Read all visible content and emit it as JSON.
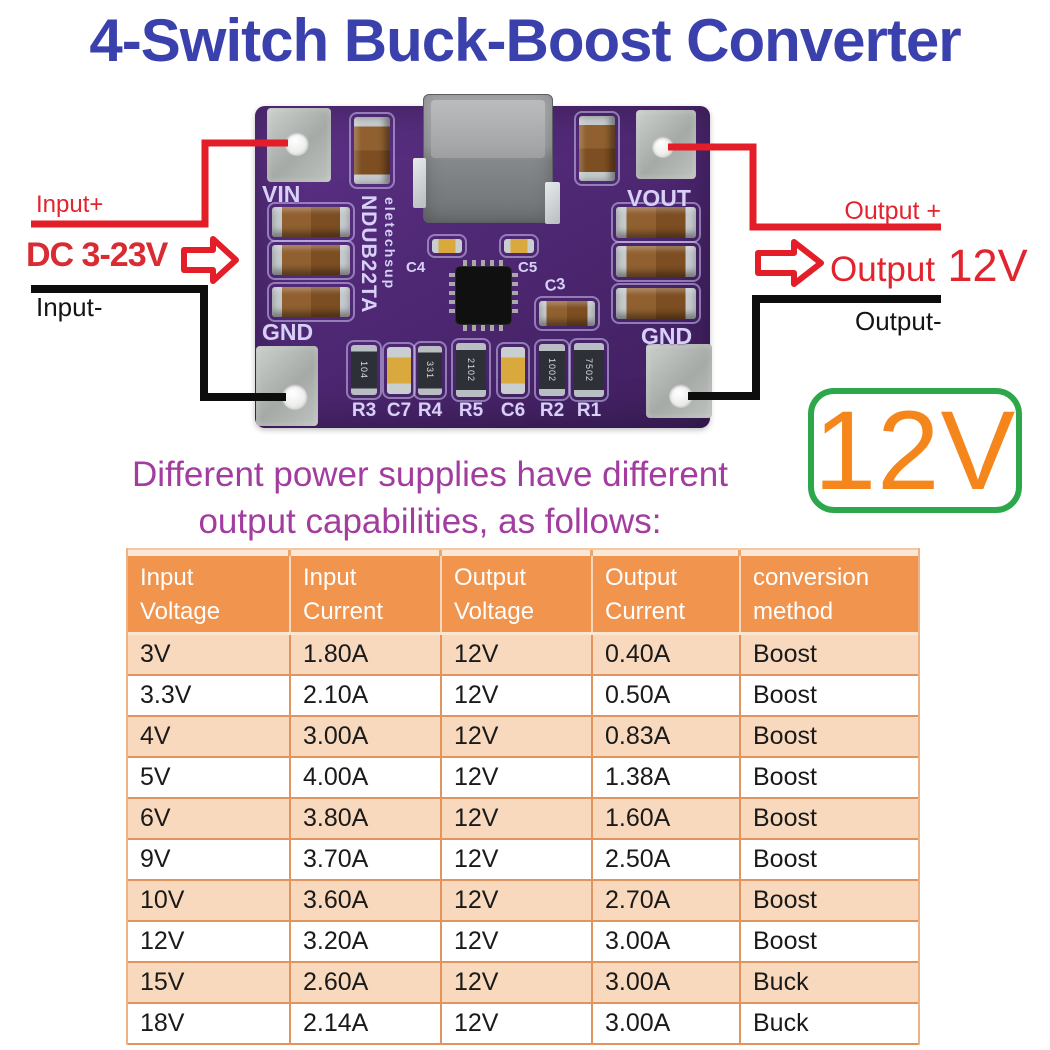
{
  "title": "4-Switch Buck-Boost Converter",
  "wiring": {
    "input_plus_label": "Input+",
    "input_voltage_range": "DC 3-23V",
    "input_minus_label": "Input-",
    "output_plus_label": "Output +",
    "output_word": "Output",
    "output_voltage": "12V",
    "output_minus_label": "Output-"
  },
  "output_badge": "12V",
  "board": {
    "vin_label": "VIN",
    "vout_label": "VOUT",
    "gnd_left_label": "GND",
    "gnd_right_label": "GND",
    "brand": "eletechsup",
    "model": "NDUB22TA",
    "cap_labels": {
      "c4": "C4",
      "c5": "C5",
      "c3": "C3"
    },
    "bottom_refs": [
      "R3",
      "C7",
      "R4",
      "R5",
      "C6",
      "R2",
      "R1"
    ],
    "resistor_codes": {
      "r3": "104",
      "r4": "331",
      "r5": "2102",
      "r2": "1002",
      "r1": "7502"
    }
  },
  "caption": {
    "line1": "Different power supplies have different",
    "line2": "output capabilities, as follows:"
  },
  "table": {
    "columns": [
      {
        "line1": "Input",
        "line2": "Voltage"
      },
      {
        "line1": "Input",
        "line2": "Current"
      },
      {
        "line1": "Output",
        "line2": "Voltage"
      },
      {
        "line1": "Output",
        "line2": "Current"
      },
      {
        "line1": "conversion",
        "line2": "method"
      }
    ],
    "rows": [
      [
        "3V",
        "1.80A",
        "12V",
        "0.40A",
        "Boost"
      ],
      [
        "3.3V",
        "2.10A",
        "12V",
        "0.50A",
        "Boost"
      ],
      [
        "4V",
        "3.00A",
        "12V",
        "0.83A",
        "Boost"
      ],
      [
        "5V",
        "4.00A",
        "12V",
        "1.38A",
        "Boost"
      ],
      [
        "6V",
        "3.80A",
        "12V",
        "1.60A",
        "Boost"
      ],
      [
        "9V",
        "3.70A",
        "12V",
        "2.50A",
        "Boost"
      ],
      [
        "10V",
        "3.60A",
        "12V",
        "2.70A",
        "Boost"
      ],
      [
        "12V",
        "3.20A",
        "12V",
        "3.00A",
        "Boost"
      ],
      [
        "15V",
        "2.60A",
        "12V",
        "3.00A",
        "Buck"
      ],
      [
        "18V",
        "2.14A",
        "12V",
        "3.00A",
        "Buck"
      ]
    ]
  },
  "colors": {
    "title_blue": "#3a41ad",
    "annotation_red": "#e2242e",
    "wire_red": "#e31e29",
    "wire_black": "#0d0d0d",
    "caption_purple": "#a23c9f",
    "badge_border_green": "#2ca84b",
    "badge_text_orange": "#f5861c",
    "table_header_orange": "#f0944e",
    "table_row_peach": "#f9d9bd",
    "table_border_orange": "#e2945e",
    "pcb_purple": "#4f2874"
  }
}
